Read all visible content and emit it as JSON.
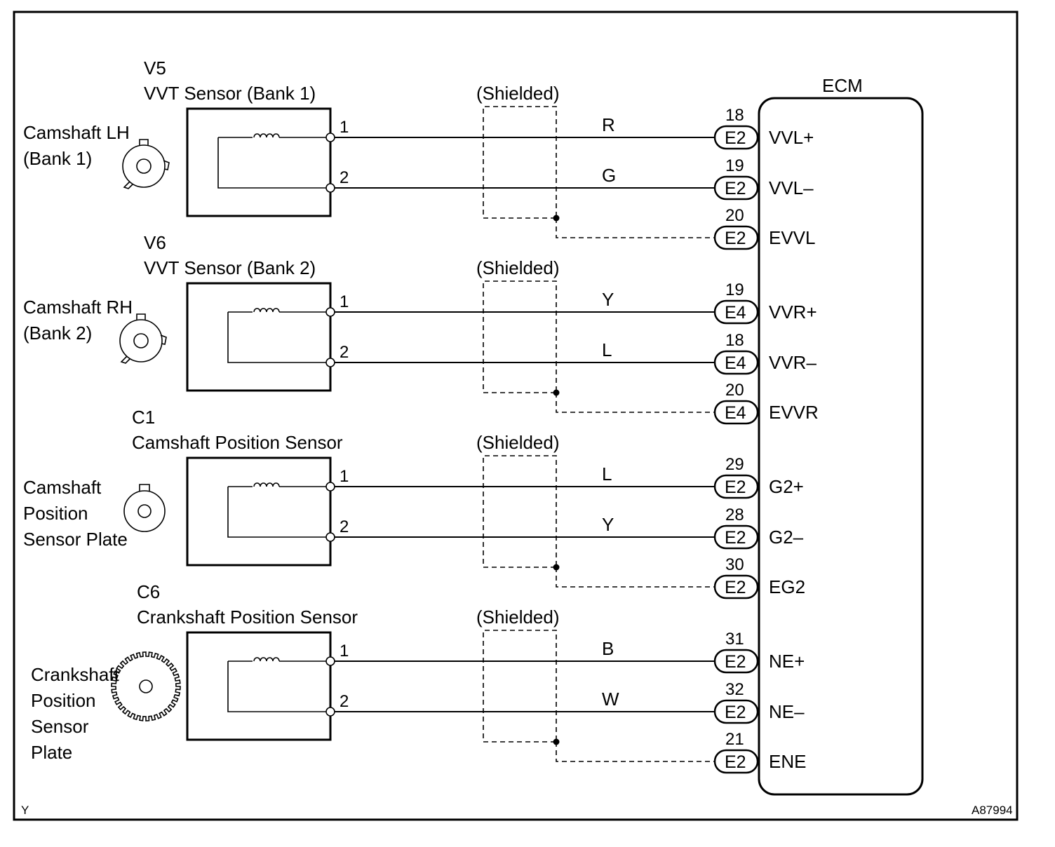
{
  "ecm": {
    "title": "ECM"
  },
  "footer": {
    "left_code": "Y",
    "figure_id": "A87994"
  },
  "sensors": [
    {
      "code": "V5",
      "name": "VVT Sensor (Bank 1)",
      "target_lines": [
        "Camshaft LH",
        "(Bank 1)"
      ],
      "target_icon": "cam-timing-rotor-icon",
      "shield_label": "(Shielded)",
      "wires": [
        {
          "pin": "1",
          "color": "R",
          "ecm_pin": "18",
          "connector": "E2",
          "signal": "VVL+"
        },
        {
          "pin": "2",
          "color": "G",
          "ecm_pin": "19",
          "connector": "E2",
          "signal": "VVL–"
        }
      ],
      "ground": {
        "ecm_pin": "20",
        "connector": "E2",
        "signal": "EVVL"
      }
    },
    {
      "code": "V6",
      "name": "VVT Sensor (Bank 2)",
      "target_lines": [
        "Camshaft RH",
        "(Bank 2)"
      ],
      "target_icon": "cam-timing-rotor-icon",
      "shield_label": "(Shielded)",
      "wires": [
        {
          "pin": "1",
          "color": "Y",
          "ecm_pin": "19",
          "connector": "E4",
          "signal": "VVR+"
        },
        {
          "pin": "2",
          "color": "L",
          "ecm_pin": "18",
          "connector": "E4",
          "signal": "VVR–"
        }
      ],
      "ground": {
        "ecm_pin": "20",
        "connector": "E4",
        "signal": "EVVR"
      }
    },
    {
      "code": "C1",
      "name": "Camshaft Position Sensor",
      "target_lines": [
        "Camshaft",
        "Position",
        "Sensor Plate"
      ],
      "target_icon": "single-tooth-plate-icon",
      "shield_label": "(Shielded)",
      "wires": [
        {
          "pin": "1",
          "color": "L",
          "ecm_pin": "29",
          "connector": "E2",
          "signal": "G2+"
        },
        {
          "pin": "2",
          "color": "Y",
          "ecm_pin": "28",
          "connector": "E2",
          "signal": "G2–"
        }
      ],
      "ground": {
        "ecm_pin": "30",
        "connector": "E2",
        "signal": "EG2"
      }
    },
    {
      "code": "C6",
      "name": "Crankshaft Position Sensor",
      "target_lines": [
        "Crankshaft",
        "Position",
        "Sensor",
        "Plate"
      ],
      "target_icon": "toothed-gear-icon",
      "shield_label": "(Shielded)",
      "wires": [
        {
          "pin": "1",
          "color": "B",
          "ecm_pin": "31",
          "connector": "E2",
          "signal": "NE+"
        },
        {
          "pin": "2",
          "color": "W",
          "ecm_pin": "32",
          "connector": "E2",
          "signal": "NE–"
        }
      ],
      "ground": {
        "ecm_pin": "21",
        "connector": "E2",
        "signal": "ENE"
      }
    }
  ]
}
